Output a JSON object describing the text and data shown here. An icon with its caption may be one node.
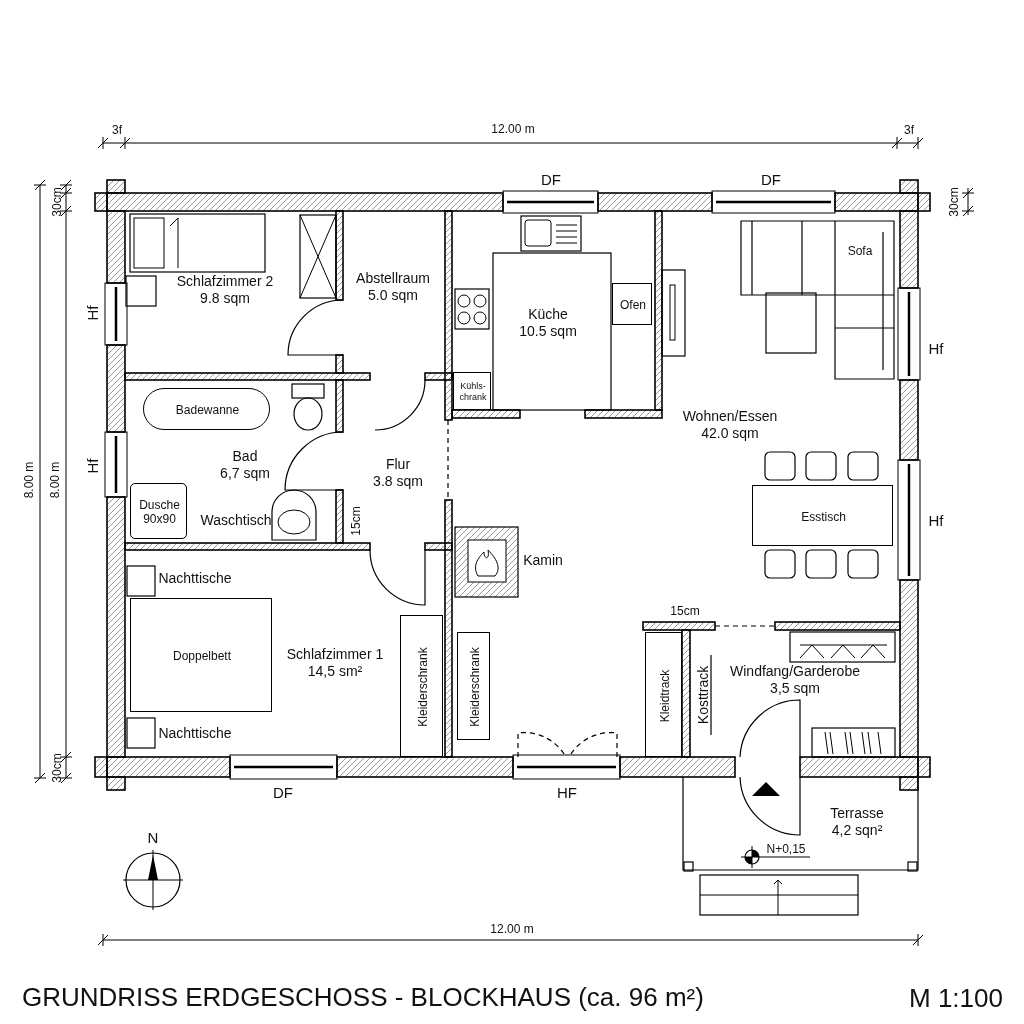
{
  "diagram": {
    "title": "GRUNDRISS ERDGESCHOSS - BLOCKHAUS (ca. 96 m²)",
    "nodes": [
      {
        "text": [
          "Schlafzimmer 2",
          "9.8 sqm"
        ]
      },
      {
        "text": [
          "Abstellraum",
          "5.0 sqm"
        ]
      },
      {
        "text": [
          "Küche",
          "10.5 sqm"
        ]
      },
      {
        "text": [
          "Ofen"
        ],
        "in": 2
      },
      {
        "text": [
          "Kühls- chrank"
        ],
        "in": 2
      },
      {
        "text": [
          "Wohnen/Essen",
          "42.0 sqm"
        ]
      },
      {
        "text": [
          "Sofa"
        ],
        "in": 5
      },
      {
        "text": [
          "Esstisch"
        ],
        "in": 5
      },
      {
        "text": [
          "Bad",
          "6,7 sqm"
        ]
      },
      {
        "text": [
          "Badewanne"
        ],
        "in": 8
      },
      {
        "text": [
          "Dusche 90x90"
        ],
        "in": 8
      },
      {
        "text": [
          "Flur",
          "3.8 sqm"
        ]
      },
      {
        "text": [
          "Schlafzimmer 1",
          "14,5 sm²"
        ]
      },
      {
        "text": [
          "Doppelbett"
        ],
        "in": 12
      },
      {
        "text": [
          "Kleiderschrank"
        ],
        "in": 12
      },
      {
        "text": [
          "Kleiderschrank"
        ]
      },
      {
        "text": [
          "Kleidtrack"
        ]
      },
      {
        "text": [
          "Windfang/Garderobe",
          "3,5 sqm"
        ]
      },
      {
        "text": [
          "Terrasse",
          "4,2 sqn²"
        ]
      }
    ],
    "labels": [
      "3f",
      "12.00 m",
      "3f",
      "DF",
      "DF",
      "30cm",
      "30cm",
      "Hf",
      "Hf",
      "Hf",
      "8.00 m",
      "8.00 m",
      "Waschtisch",
      "15cm",
      "Hf",
      "Kamin",
      "Nachttische",
      "15cm",
      "Kosttrack",
      "Nachttische",
      "30cm",
      "DF",
      "HF",
      "N",
      "N+0,15",
      "12.00 m",
      "M 1:100"
    ]
  }
}
